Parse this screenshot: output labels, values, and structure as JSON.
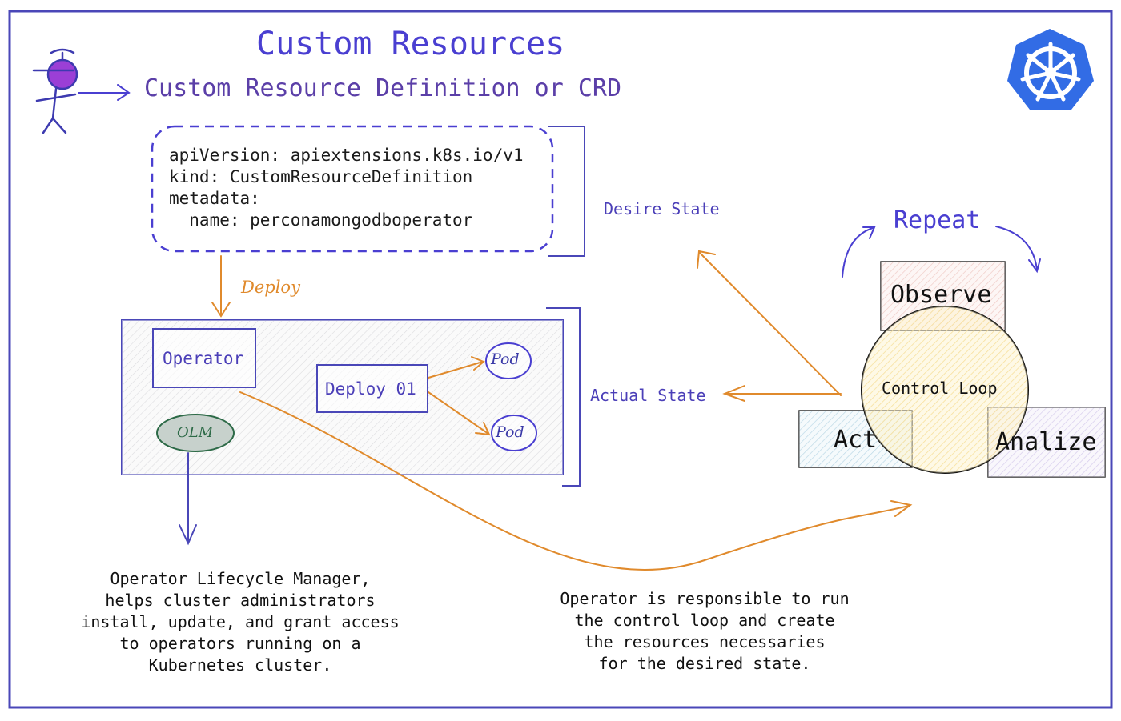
{
  "title": "Custom Resources",
  "subtitle": "Custom Resource Definition or CRD",
  "yaml": {
    "line1": "apiVersion: apiextensions.k8s.io/v1",
    "line2": "kind: CustomResourceDefinition",
    "line3": "metadata:",
    "line4": "  name: perconamongodboperator"
  },
  "labels": {
    "desire_state": "Desire State",
    "actual_state": "Actual State",
    "deploy": "Deploy",
    "operator": "Operator",
    "deploy01": "Deploy 01",
    "pod": "Pod",
    "olm": "OLM"
  },
  "control_loop": {
    "repeat": "Repeat",
    "observe": "Observe",
    "center": "Control Loop",
    "act": "Act",
    "analize": "Analize"
  },
  "notes": {
    "olm": [
      "Operator Lifecycle Manager,",
      "helps cluster administrators",
      "install, update, and grant access",
      "to operators running on a",
      "Kubernetes cluster."
    ],
    "operator": [
      "Operator is responsible to run",
      "the control loop and create",
      "the resources necessaries",
      "for the desired state."
    ]
  },
  "icons": {
    "stick_figure": "stick-figure-icon",
    "kubernetes": "kubernetes-logo-icon"
  },
  "colors": {
    "frame": "#4a47b8",
    "accent": "#4a3fd1",
    "arrow_orange": "#e08a2c",
    "k8s_blue": "#326ce5"
  }
}
